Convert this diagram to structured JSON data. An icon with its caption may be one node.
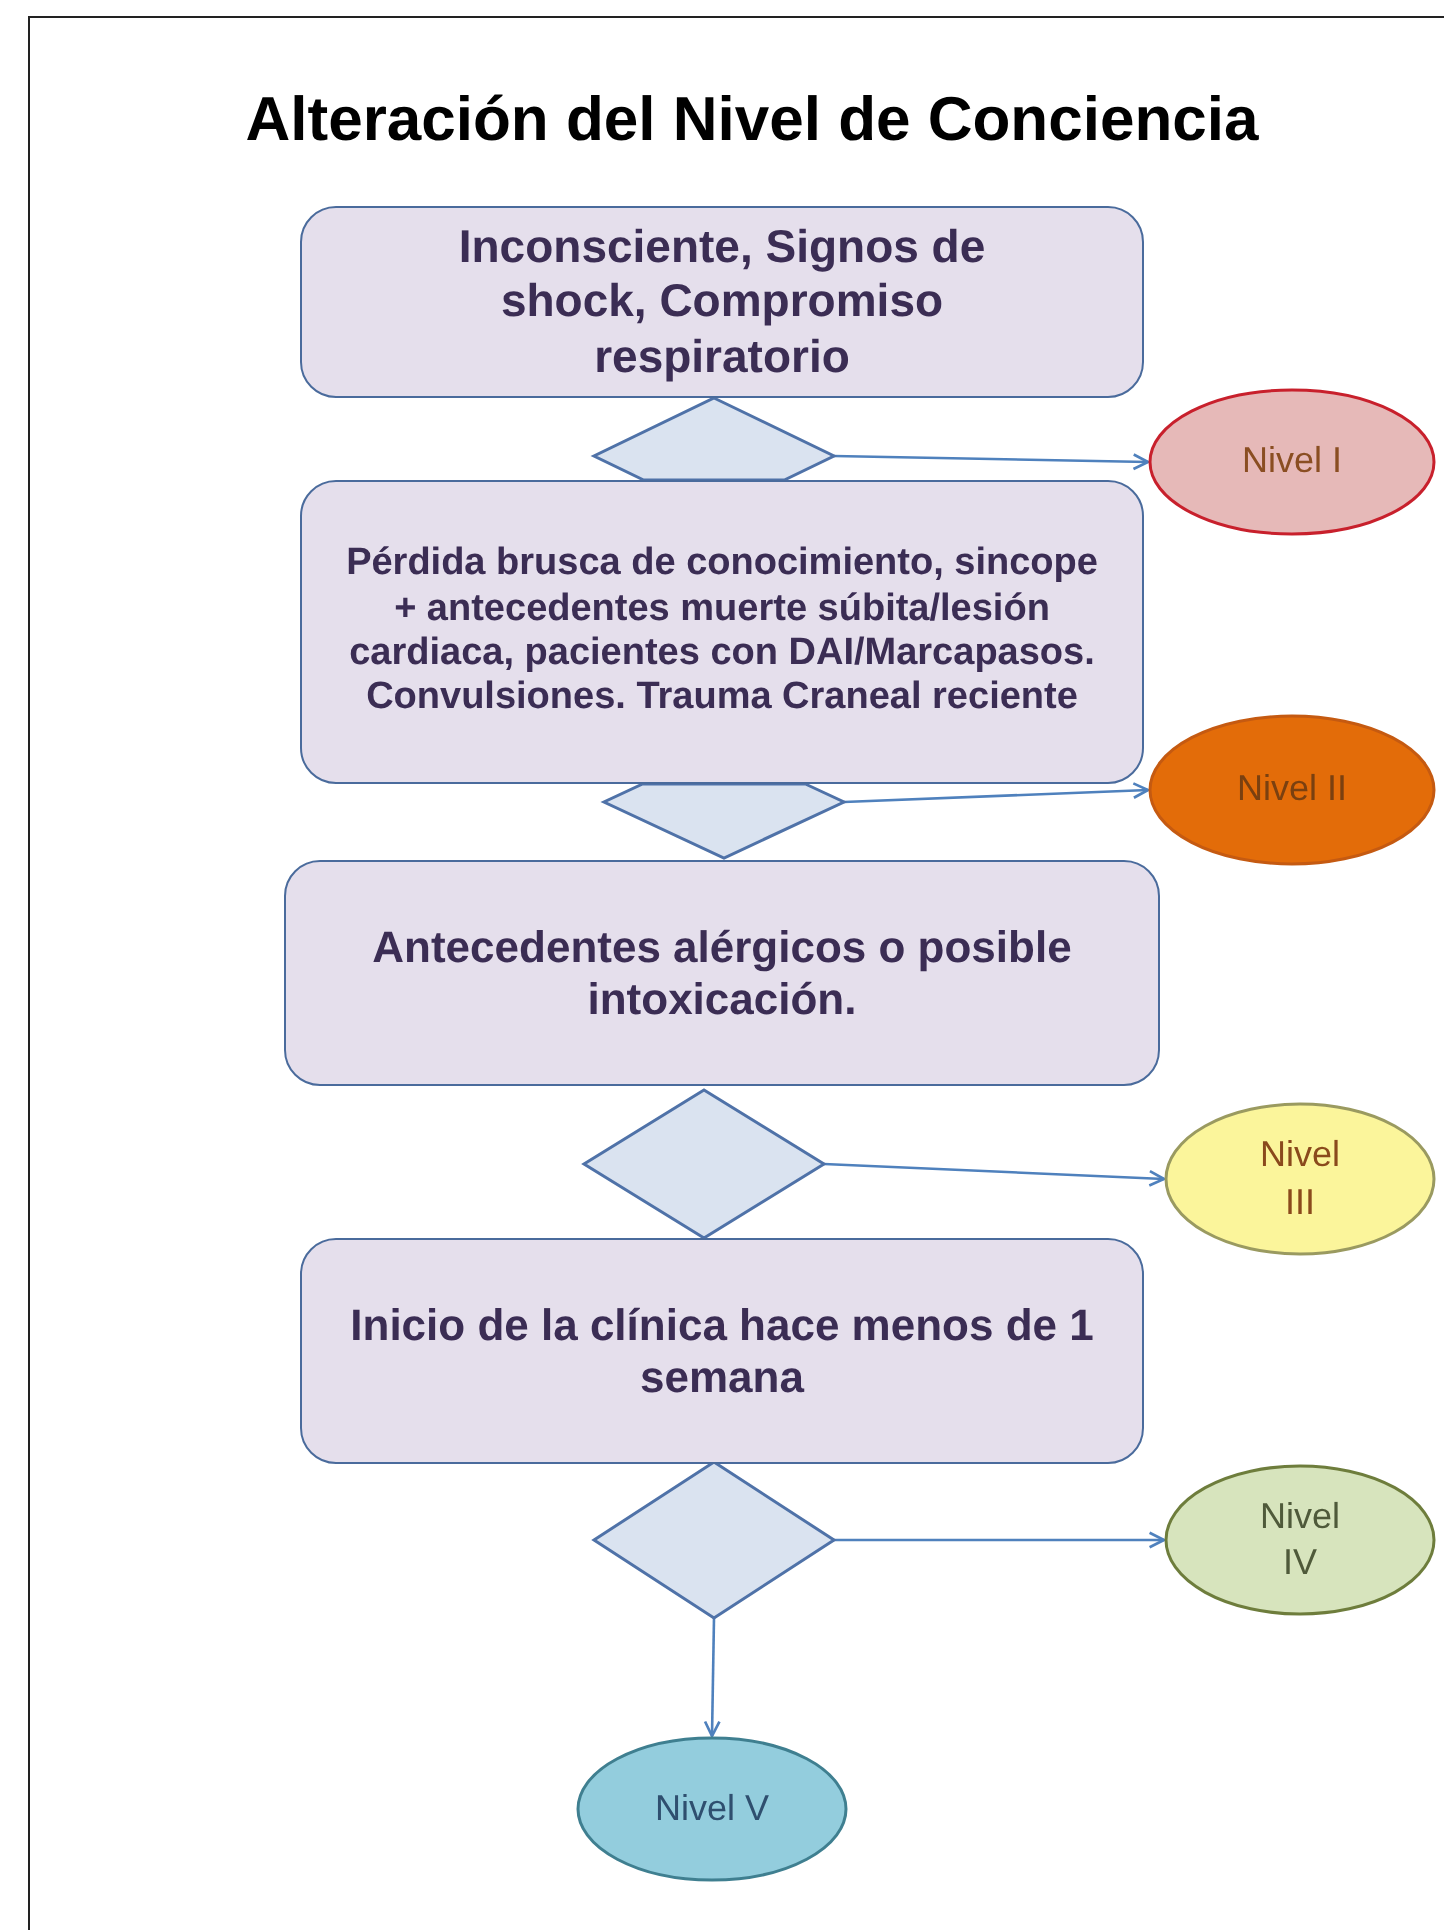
{
  "diagram": {
    "title": "Alteración del Nivel de Conciencia",
    "nodes": [
      {
        "text": [
          "Inconsciente,  Signos de shock, Compromiso respiratorio"
        ]
      },
      {
        "text": [],
        "shape": "diamond"
      },
      {
        "text": [
          "Nivel I"
        ]
      },
      {
        "text": [
          "Pérdida brusca de conocimiento, sincope + antecedentes muerte súbita/lesión cardiaca, pacientes con DAI/Marcapasos. Convulsiones. Trauma Craneal reciente"
        ]
      },
      {
        "text": [],
        "shape": "diamond"
      },
      {
        "text": [
          "Nivel II"
        ]
      },
      {
        "text": [
          "Antecedentes alérgicos o posible intoxicación."
        ]
      },
      {
        "text": [],
        "shape": "diamond"
      },
      {
        "text": [
          "Nivel III"
        ]
      },
      {
        "text": [
          "Inicio de la clínica hace menos de 1 semana"
        ]
      },
      {
        "text": [],
        "shape": "diamond"
      },
      {
        "text": [
          "Nivel IV"
        ]
      },
      {
        "text": [
          "Nivel V"
        ]
      }
    ],
    "edges": [
      {
        "from": 1,
        "to": 2,
        "arrow": "to"
      },
      {
        "from": 4,
        "to": 5,
        "arrow": "to"
      },
      {
        "from": 7,
        "to": 8,
        "arrow": "to"
      },
      {
        "from": 10,
        "to": 11,
        "arrow": "to"
      },
      {
        "from": 10,
        "to": 12,
        "arrow": "to"
      }
    ]
  }
}
